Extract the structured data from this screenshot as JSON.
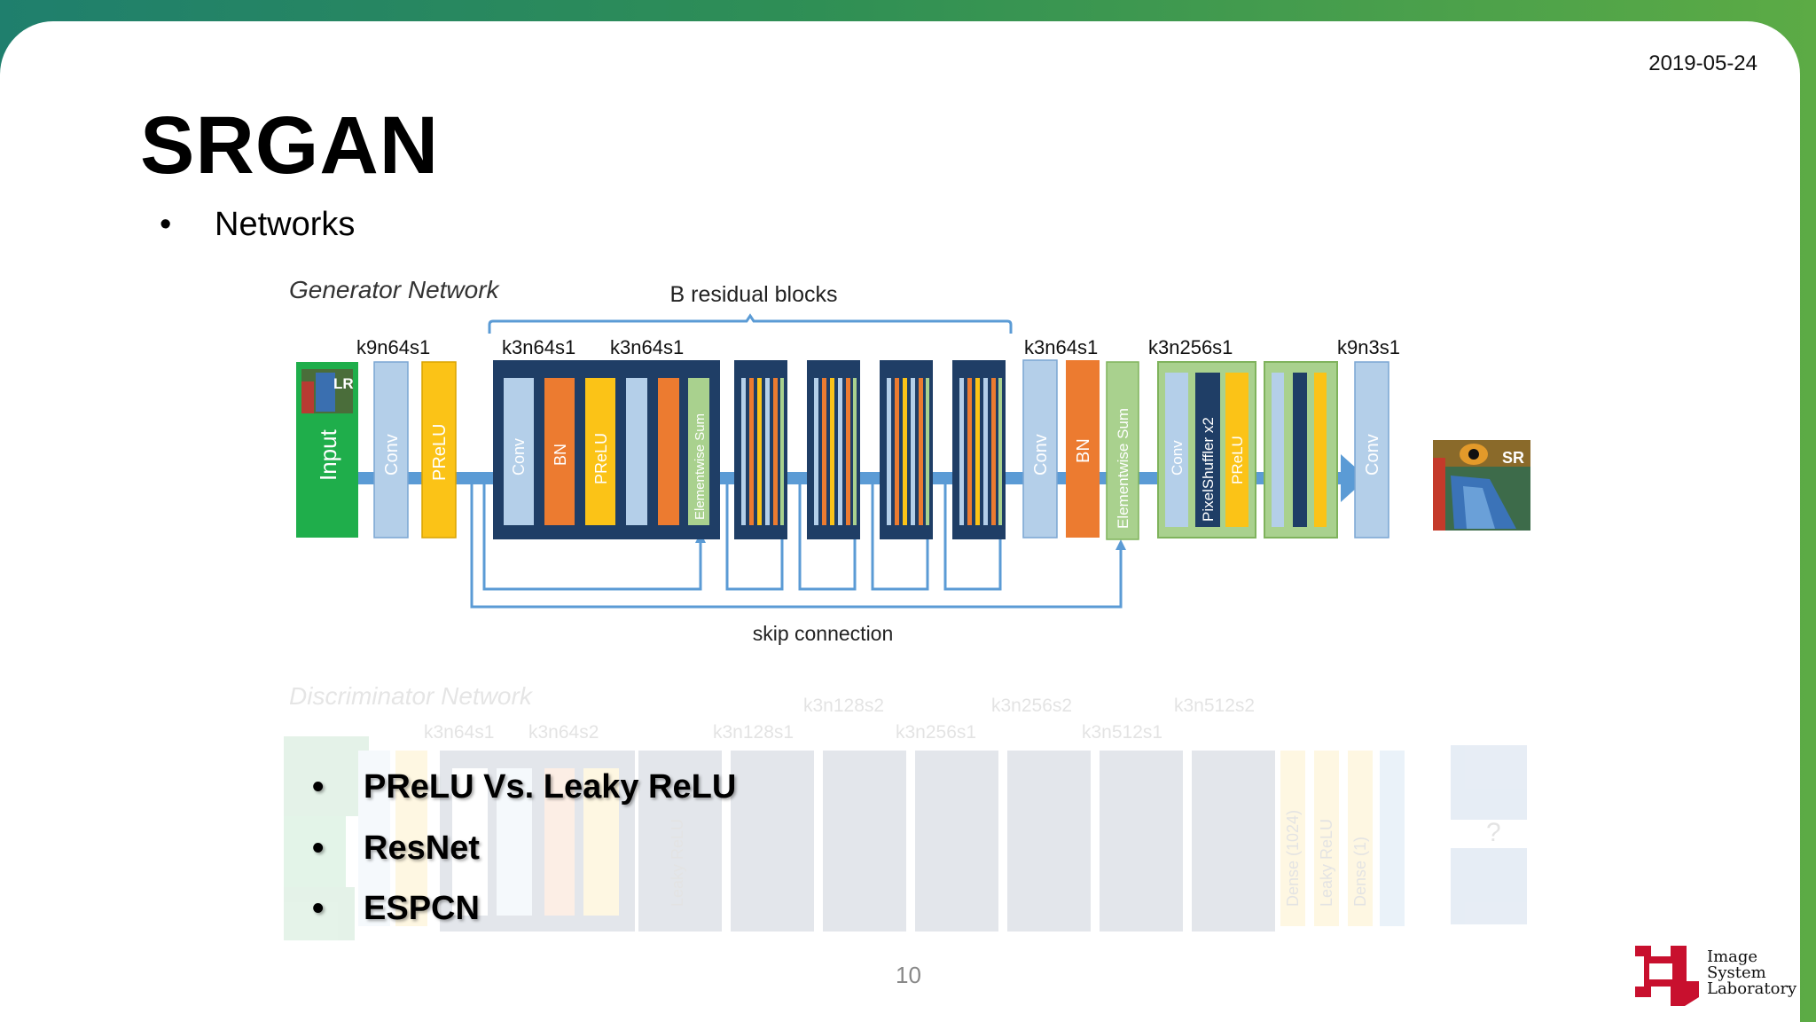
{
  "slide": {
    "date": "2019-05-24",
    "title": "SRGAN",
    "subtitle_bullet": "Networks",
    "page_number": "10"
  },
  "generator": {
    "title": "Generator Network",
    "residual_label": "B residual blocks",
    "skip_label": "skip connection",
    "kernel_labels": {
      "first": "k9n64s1",
      "res1": "k3n64s1",
      "res2": "k3n64s1",
      "post": "k3n64s1",
      "upsample": "k3n256s1",
      "last": "k9n3s1"
    },
    "layers": {
      "input": "Input",
      "conv": "Conv",
      "prelu": "PReLU",
      "bn": "BN",
      "sum": "Elementwise Sum",
      "pixelshuffler": "PixelShuffler x2"
    },
    "input_image_label": "LR",
    "output_image_label": "SR"
  },
  "discriminator": {
    "title": "Discriminator Network",
    "kernel_labels": [
      "k3n64s1",
      "k3n64s2",
      "k3n128s1",
      "k3n128s2",
      "k3n256s1",
      "k3n256s2",
      "k3n512s1",
      "k3n512s2"
    ],
    "dense_labels": [
      "Dense (1024)",
      "Leaky ReLU",
      "Dense (1)"
    ],
    "leaky_label": "Leaky ReLU",
    "output_label": "?"
  },
  "bullets": [
    "PReLU Vs. Leaky ReLU",
    "ResNet",
    "ESPCN"
  ],
  "logo": {
    "lines": [
      "Image",
      "System",
      "Laboratory"
    ]
  },
  "colors": {
    "conv": "#b4cfe9",
    "prelu": "#fbc317",
    "bn": "#ec7b30",
    "input_green": "#1fae4b",
    "sum_green": "#a9d18e",
    "dark_block": "#1f3e66",
    "arrow": "#5b9bd5",
    "logo_red": "#c8102e"
  }
}
